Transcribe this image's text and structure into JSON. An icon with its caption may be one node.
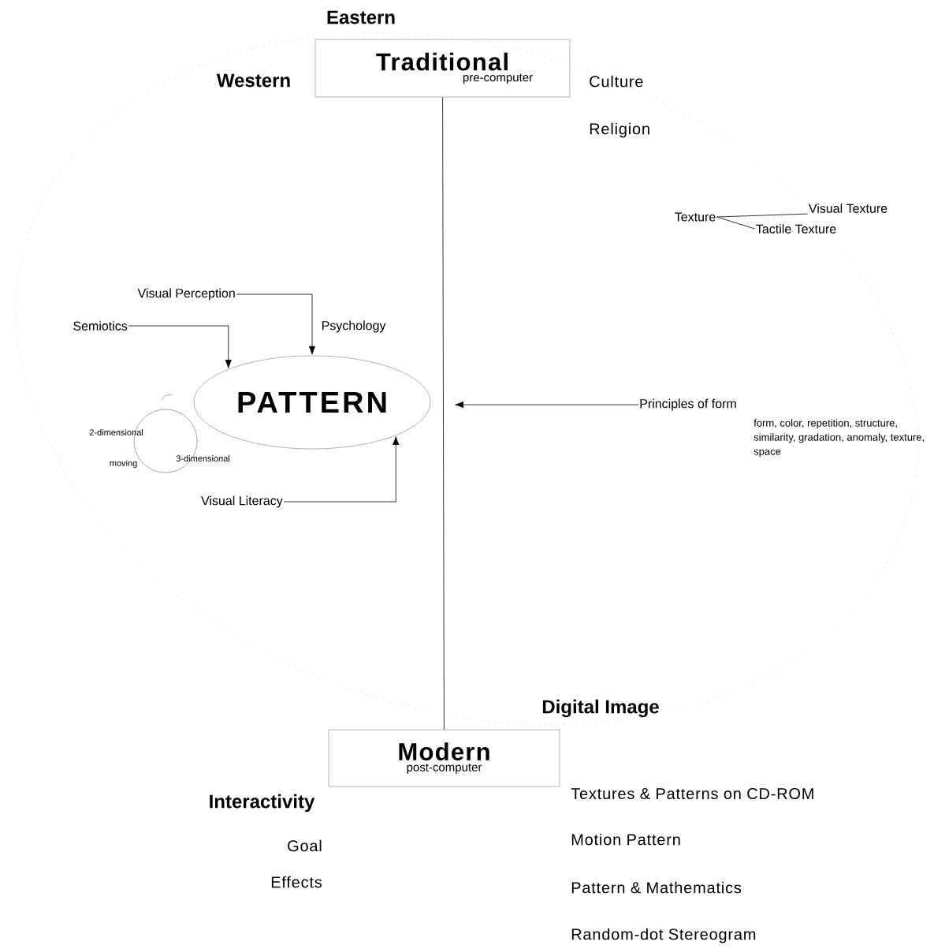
{
  "diagram": {
    "nodes": [
      {
        "text": [
          "Traditional",
          "pre-computer"
        ]
      },
      {
        "text": [
          "Modern",
          "post-computer"
        ]
      },
      {
        "text": [
          "PATTERN"
        ]
      },
      {
        "text": [
          "Visual Perception"
        ]
      },
      {
        "text": [
          "Semiotics"
        ]
      },
      {
        "text": [
          "Visual Literacy"
        ]
      },
      {
        "text": [
          "Principles of form"
        ],
        "beside": [
          "form, color, repetition, structure, similarity, gradation, anomaly, texture, space"
        ]
      },
      {
        "text": [
          "Texture"
        ]
      },
      {
        "text": [
          "Tactile Texture"
        ]
      },
      {
        "text": [
          "Visual Texture"
        ]
      }
    ],
    "edges": [
      {
        "from": 0,
        "to": 1,
        "arrow": "none"
      },
      {
        "from": 3,
        "to": 2,
        "arrow": "to"
      },
      {
        "from": 4,
        "to": 2,
        "arrow": "to"
      },
      {
        "from": 5,
        "to": 2,
        "arrow": "to"
      },
      {
        "from": 6,
        "to": null,
        "arrow": "to"
      },
      {
        "from": 7,
        "to": 8,
        "arrow": "none"
      },
      {
        "from": 7,
        "to": 9,
        "arrow": "none"
      }
    ],
    "labels": [
      "Eastern",
      "Western",
      "Culture",
      "Religion",
      "Psychology",
      "2-dimensional",
      "moving",
      "3-dimensional",
      "Digital Image",
      "Interactivity",
      "Goal",
      "Effects",
      "Textures & Patterns on CD-ROM",
      "Motion Pattern",
      "Pattern & Mathematics",
      "Random-dot Stereogram"
    ]
  }
}
